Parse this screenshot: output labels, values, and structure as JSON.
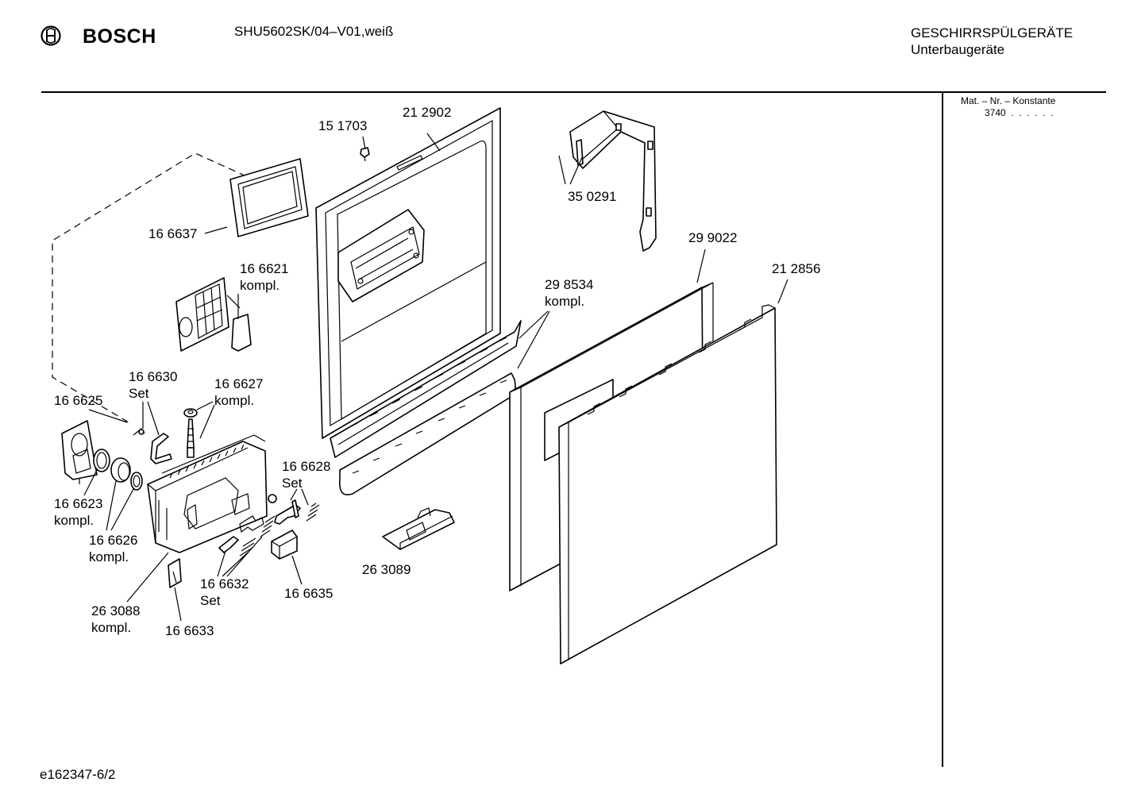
{
  "header": {
    "brand": "BOSCH",
    "model": "SHU5602SK/04–V01,weiß",
    "category": "GESCHIRRSPÜLGERÄTE",
    "subcategory": "Unterbaugeräte"
  },
  "sidebar": {
    "constant_label": "Mat. – Nr. – Konstante",
    "constant_value": "3740  .  .  .  .  .  ."
  },
  "footer": {
    "drawing_id": "e162347-6/2"
  },
  "parts": [
    {
      "id": "p212902",
      "lines": [
        "21 2902"
      ]
    },
    {
      "id": "p151703",
      "lines": [
        "15 1703"
      ]
    },
    {
      "id": "p350291",
      "lines": [
        "35 0291"
      ]
    },
    {
      "id": "p166637",
      "lines": [
        "16 6637"
      ]
    },
    {
      "id": "p166621",
      "lines": [
        "16 6621",
        "kompl."
      ]
    },
    {
      "id": "p299022",
      "lines": [
        "29 9022"
      ]
    },
    {
      "id": "p212856",
      "lines": [
        "21 2856"
      ]
    },
    {
      "id": "p298534",
      "lines": [
        "29 8534",
        "kompl."
      ]
    },
    {
      "id": "p166630",
      "lines": [
        "16 6630",
        "Set"
      ]
    },
    {
      "id": "p166627",
      "lines": [
        "16 6627",
        "kompl."
      ]
    },
    {
      "id": "p166625",
      "lines": [
        "16 6625"
      ]
    },
    {
      "id": "p166628",
      "lines": [
        "16 6628",
        "Set"
      ]
    },
    {
      "id": "p166623",
      "lines": [
        "16 6623",
        "kompl."
      ]
    },
    {
      "id": "p166626",
      "lines": [
        "16 6626",
        "kompl."
      ]
    },
    {
      "id": "p263089",
      "lines": [
        "26 3089"
      ]
    },
    {
      "id": "p166632",
      "lines": [
        "16 6632",
        "Set"
      ]
    },
    {
      "id": "p166635",
      "lines": [
        "16 6635"
      ]
    },
    {
      "id": "p263088",
      "lines": [
        "26 3088",
        "kompl."
      ]
    },
    {
      "id": "p166633",
      "lines": [
        "16 6633"
      ]
    }
  ]
}
